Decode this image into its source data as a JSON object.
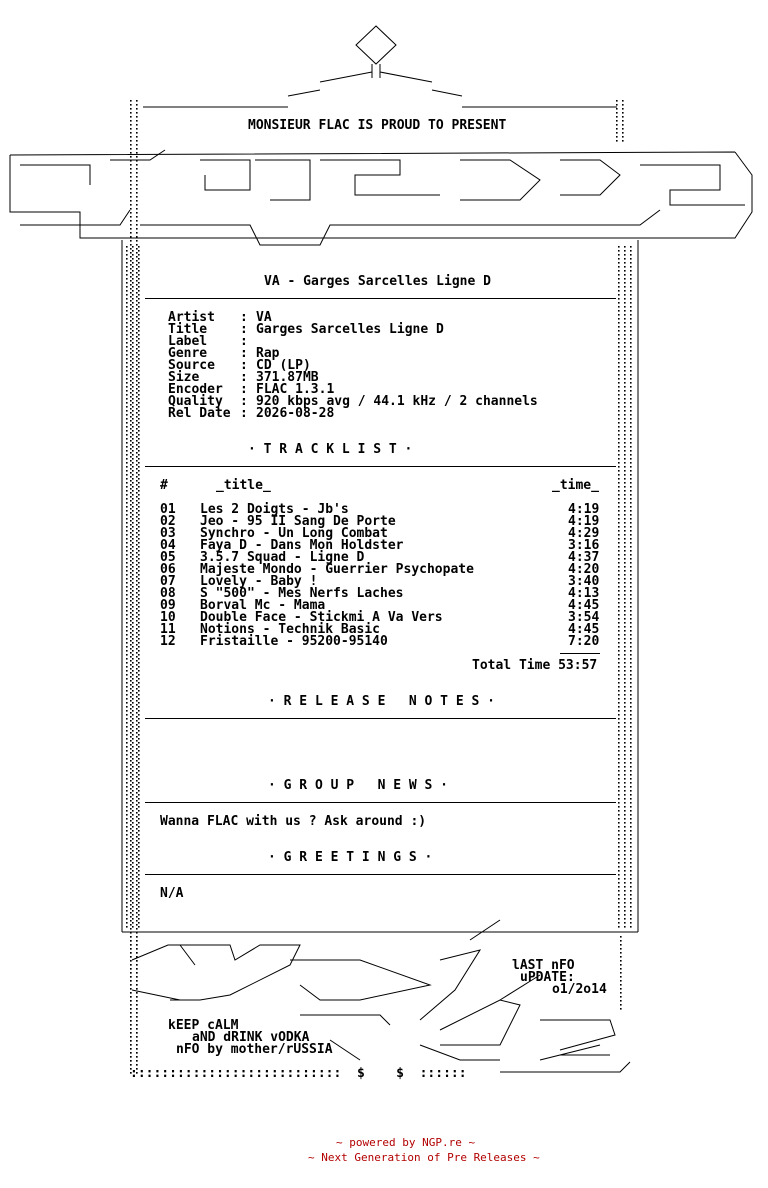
{
  "header": {
    "intro": "MONSIEUR FLAC IS PROUD TO PRESENT"
  },
  "release": {
    "title_line": "VA - Garges Sarcelles Ligne D",
    "fields": [
      {
        "key": "Artist  ",
        "value": "VA"
      },
      {
        "key": "Title   ",
        "value": "Garges Sarcelles Ligne D"
      },
      {
        "key": "Label   ",
        "value": ""
      },
      {
        "key": "Genre   ",
        "value": "Rap"
      },
      {
        "key": "Source  ",
        "value": "CD (LP)"
      },
      {
        "key": "Size    ",
        "value": "371.87MB"
      },
      {
        "key": "Encoder ",
        "value": "FLAC 1.3.1"
      },
      {
        "key": "Quality ",
        "value": "920 kbps avg / 44.1 kHz / 2 channels"
      },
      {
        "key": "Rel Date",
        "value": "2026-08-28"
      }
    ]
  },
  "sections": {
    "tracklist": "· T R A C K L I S T ·",
    "release_notes": "· R E L E A S E   N O T E S ·",
    "group_news": "· G R O U P   N E W S ·",
    "greetings": "· G R E E T I N G S ·"
  },
  "tracklist_headers": {
    "num": "#",
    "title": "_title_",
    "time": "_time_"
  },
  "tracks": [
    {
      "n": "01",
      "title": "Les 2 Doigts - Jb's",
      "time": "4:19"
    },
    {
      "n": "02",
      "title": "Jeo - 95 II Sang De Porte",
      "time": "4:19"
    },
    {
      "n": "03",
      "title": "Synchro - Un Long Combat",
      "time": "4:29"
    },
    {
      "n": "04",
      "title": "Faya D - Dans Mon Holdster",
      "time": "3:16"
    },
    {
      "n": "05",
      "title": "3.5.7 Squad - Ligne D",
      "time": "4:37"
    },
    {
      "n": "06",
      "title": "Majeste Mondo - Guerrier Psychopate",
      "time": "4:20"
    },
    {
      "n": "07",
      "title": "Lovely - Baby !",
      "time": "3:40"
    },
    {
      "n": "08",
      "title": "S \"500\" - Mes Nerfs Laches",
      "time": "4:13"
    },
    {
      "n": "09",
      "title": "Borval Mc - Mama",
      "time": "4:45"
    },
    {
      "n": "10",
      "title": "Double Face - Stickmi A Va Vers",
      "time": "3:54"
    },
    {
      "n": "11",
      "title": "Notions - Technik Basic",
      "time": "4:45"
    },
    {
      "n": "12",
      "title": "Fristaille - 95200-95140",
      "time": "7:20"
    }
  ],
  "total_time": "Total Time 53:57",
  "group_news_text": "Wanna FLAC with us ? Ask around :)",
  "greetings_text": "N/A",
  "footer": {
    "last_nfo": "lAST nFO",
    "update": "uPDATE:",
    "update_date": "o1/2o14",
    "keep_calm": "kEEP cALM",
    "drink": "aND dRINK vODKA",
    "nfo_by": "nFO by mother/rUSSIA",
    "bottom_line": ":::::::::::::::::::::::::::  $    $  ::::::",
    "powered": "~ powered by NGP.re ~",
    "next_gen": "~ Next Generation of Pre Releases ~"
  }
}
